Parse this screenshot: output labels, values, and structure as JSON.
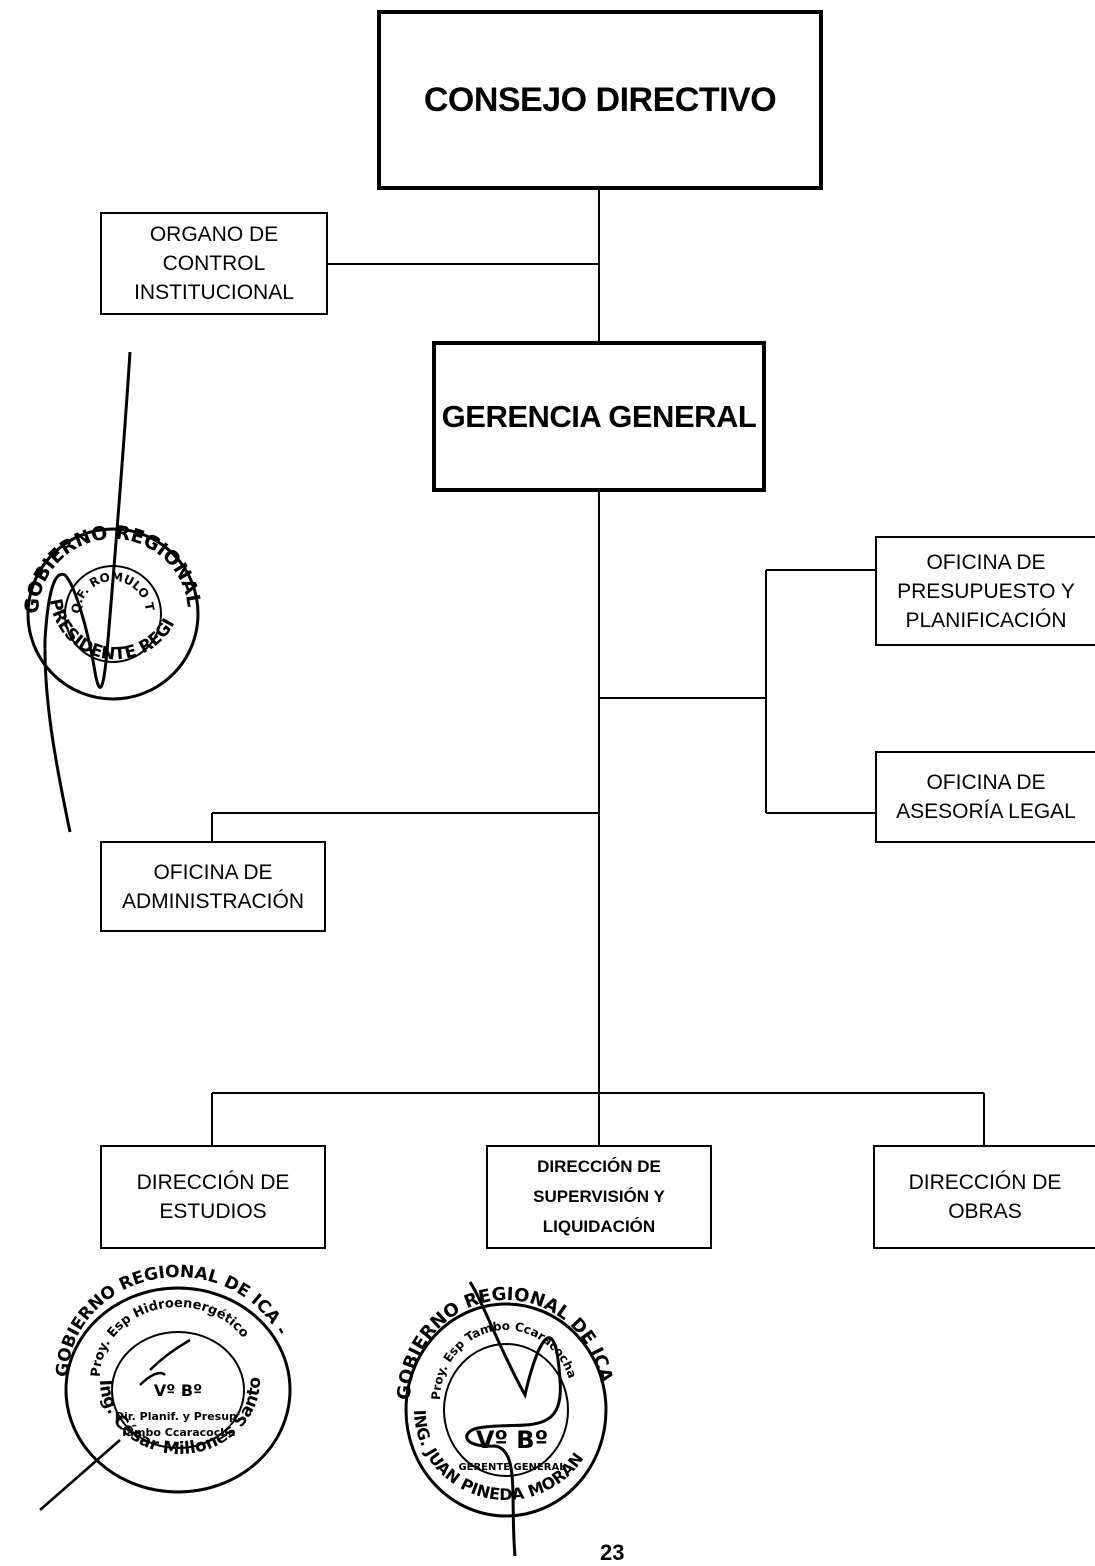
{
  "nodes": {
    "consejo_directivo": "CONSEJO DIRECTIVO",
    "organo_control": "ORGANO DE\nCONTROL\nINSTITUCIONAL",
    "gerencia_general": "GERENCIA GENERAL",
    "oficina_presupuesto": "OFICINA DE\nPRESUPUESTO Y\nPLANIFICACIÓN",
    "oficina_asesoria": "OFICINA DE\nASESORÍA LEGAL",
    "oficina_administracion": "OFICINA DE\nADMINISTRACIÓN",
    "direccion_estudios": "DIRECCIÓN DE\nESTUDIOS",
    "direccion_supervision": "DIRECCIÓN DE\nSUPERVISIÓN Y\nLIQUIDACIÓN",
    "direccion_obras": "DIRECCIÓN DE\nOBRAS"
  },
  "stamps": {
    "president": {
      "outer": "GOBIERNO REGIONAL DE ICA",
      "name": "Q.F. ROMULO TRIVEÑO PINTO",
      "role": "PRESIDENTE REGIONAL"
    },
    "planning": {
      "outer": "GOBIERNO REGIONAL DE ICA -",
      "project": "Proy. Esp Hidroenergético",
      "approval": "Vº Bº",
      "dept": "Dir. Planif. y Presup.",
      "site": "Tambo Ccaracocha",
      "name": "Ing. César Millones Santoyo"
    },
    "manager": {
      "outer": "GOBIERNO REGIONAL DE ICA",
      "project": "Proy. Esp Tambo Ccaracocha",
      "approval": "Vº Bº",
      "role": "GERENTE GENERAL",
      "name": "ING. JUAN PINEDA MORAN"
    }
  },
  "page_number": "23"
}
